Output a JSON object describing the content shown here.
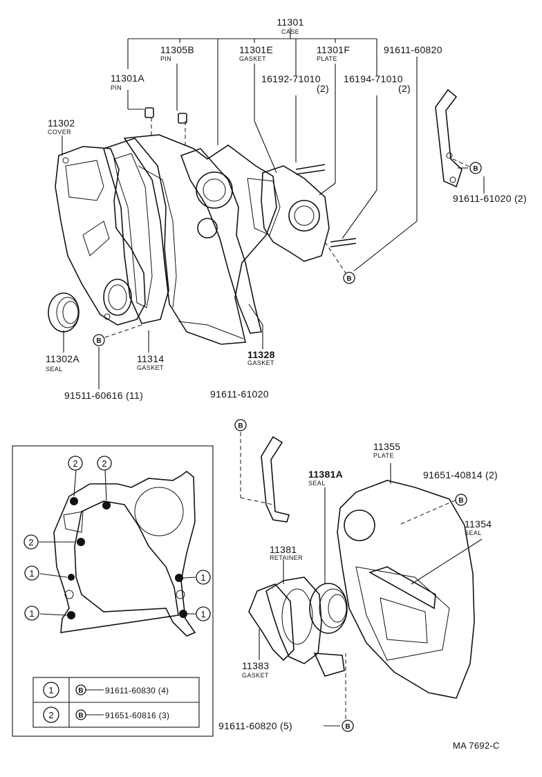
{
  "upper": {
    "case": {
      "number": "11301",
      "name": "CASE"
    },
    "pin_b": {
      "number": "11305B",
      "name": "PIN"
    },
    "gasket_e": {
      "number": "11301E",
      "name": "GASKET"
    },
    "plate_f": {
      "number": "11301F",
      "name": "PLATE"
    },
    "bolt_top_right": {
      "number": "91611-60820"
    },
    "pin_a": {
      "number": "11301A",
      "name": "PIN"
    },
    "stud_1": {
      "number": "16192-71010",
      "qty": "(2)"
    },
    "stud_2": {
      "number": "16194-71010",
      "qty": "(2)"
    },
    "cover": {
      "number": "11302",
      "name": "COVER"
    },
    "bracket_bolt": {
      "number": "91611-61020 (2)"
    },
    "seal_a": {
      "number": "11302A",
      "name": "SEAL"
    },
    "gasket_14": {
      "number": "11314",
      "name": "GASKET"
    },
    "gasket_28": {
      "number": "11328",
      "name": "GASKET"
    },
    "bolt_bottom": {
      "number": "91511-60616 (11)"
    }
  },
  "lower": {
    "bolt_top": {
      "number": "91611-61020"
    },
    "plate": {
      "number": "11355",
      "name": "PLATE"
    },
    "seal_a": {
      "number": "11381A",
      "name": "SEAL"
    },
    "bolt_plate": {
      "number": "91651-40814 (2)"
    },
    "seal_54": {
      "number": "11354",
      "name": "SEAL"
    },
    "retainer": {
      "number": "11381",
      "name": "RETAINER"
    },
    "gasket": {
      "number": "11383",
      "name": "GASKET"
    },
    "bolt_bottom": {
      "number": "91611-60820 (5)"
    }
  },
  "marker_b": "B",
  "inset": {
    "callout_1": "1",
    "callout_2": "2",
    "legend": [
      {
        "key": "1",
        "marker": "B",
        "part": "91611-60830 (4)"
      },
      {
        "key": "2",
        "marker": "B",
        "part": "91651-60816 (3)"
      }
    ]
  },
  "catalog_code": "MA  7692-C"
}
